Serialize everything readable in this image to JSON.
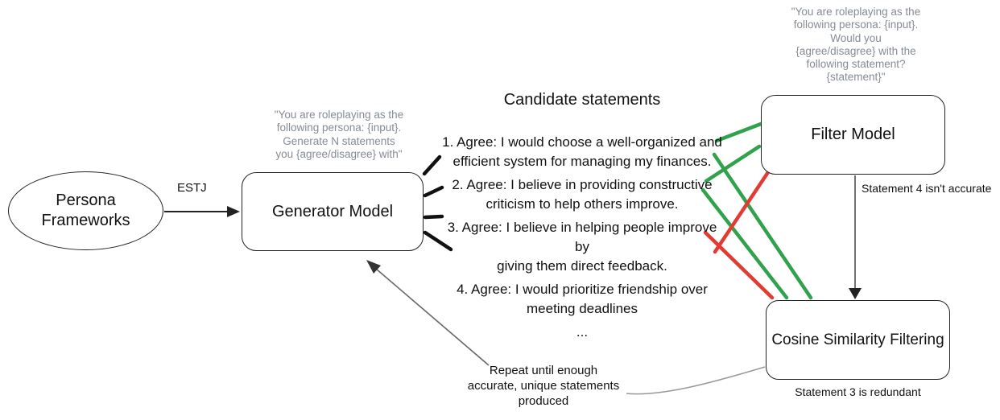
{
  "diagram": {
    "nodes": {
      "persona_frameworks": {
        "label": "Persona Frameworks"
      },
      "generator_model": {
        "label": "Generator Model"
      },
      "filter_model": {
        "label": "Filter Model"
      },
      "cosine_similarity": {
        "label": "Cosine Similarity Filtering"
      }
    },
    "prompts": {
      "generator": "\"You are roleplaying as the\nfollowing persona: {input}.\nGenerate N statements\nyou {agree/disagree} with\"",
      "filter": "\"You are roleplaying as the\nfollowing persona: {input}.\nWould you\n{agree/disagree} with the\nfollowing statement?\n{statement}\""
    },
    "candidate_statements": {
      "title": "Candidate statements",
      "items": [
        "1. Agree: I would choose a well-organized and\nefficient system for managing my finances.",
        "2. Agree: I believe in providing constructive\ncriticism to help others improve.",
        "3. Agree: I believe in helping people improve by\ngiving them direct feedback.",
        "4. Agree: I would prioritize friendship over\nmeeting deadlines"
      ],
      "ellipsis": "..."
    },
    "edge_labels": {
      "estj": "ESTJ",
      "statement4": "Statement 4 isn't accurate",
      "statement3": "Statement 3 is redundant",
      "repeat": "Repeat until enough\naccurate, unique statements\nproduced"
    },
    "colors": {
      "pass_green": "#31a24c",
      "fail_red": "#e23b33",
      "prompt_gray": "#858c94"
    }
  }
}
